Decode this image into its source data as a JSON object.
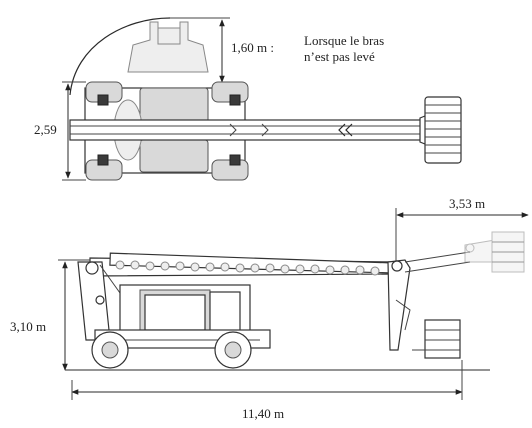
{
  "dimensions": {
    "top_width": "2,59",
    "top_offset": "1,60 m :",
    "top_note_line1": "Lorsque le bras",
    "top_note_line2": "n’est pas levé",
    "side_height": "3,10 m",
    "side_length": "11,40 m",
    "side_basket_reach": "3,53 m"
  }
}
